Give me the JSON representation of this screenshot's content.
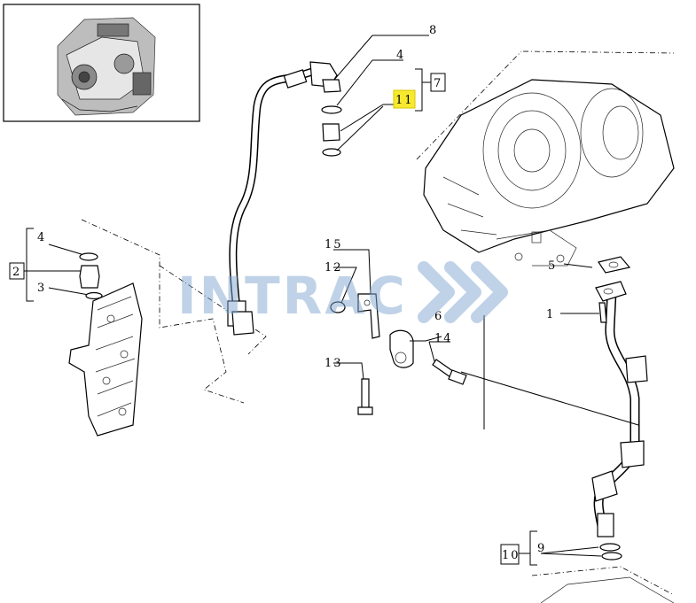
{
  "watermark": "INTRAC",
  "callouts": {
    "c1": "1",
    "c2": "2",
    "c3": "3",
    "c4a": "4",
    "c4b": "4",
    "c5": "5",
    "c6": "6",
    "c7": "7",
    "c8": "8",
    "c9": "9",
    "c10": "10",
    "c11": "11",
    "c12": "12",
    "c13": "13",
    "c14": "14",
    "c15": "15"
  },
  "highlight_color": "#f7ea2e",
  "watermark_color": "#7fa6cf"
}
